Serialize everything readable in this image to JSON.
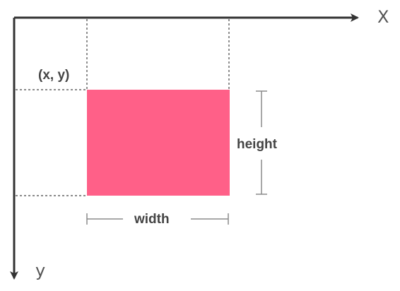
{
  "colors": {
    "axis": "#333333",
    "guide": "#444444",
    "dimension": "#8a8a8a",
    "rect_fill": "#ff6088",
    "text": "#444444"
  },
  "labels": {
    "x_axis": "X",
    "y_axis": "y",
    "origin_point": "(x, y)",
    "height": "height",
    "width": "width"
  }
}
